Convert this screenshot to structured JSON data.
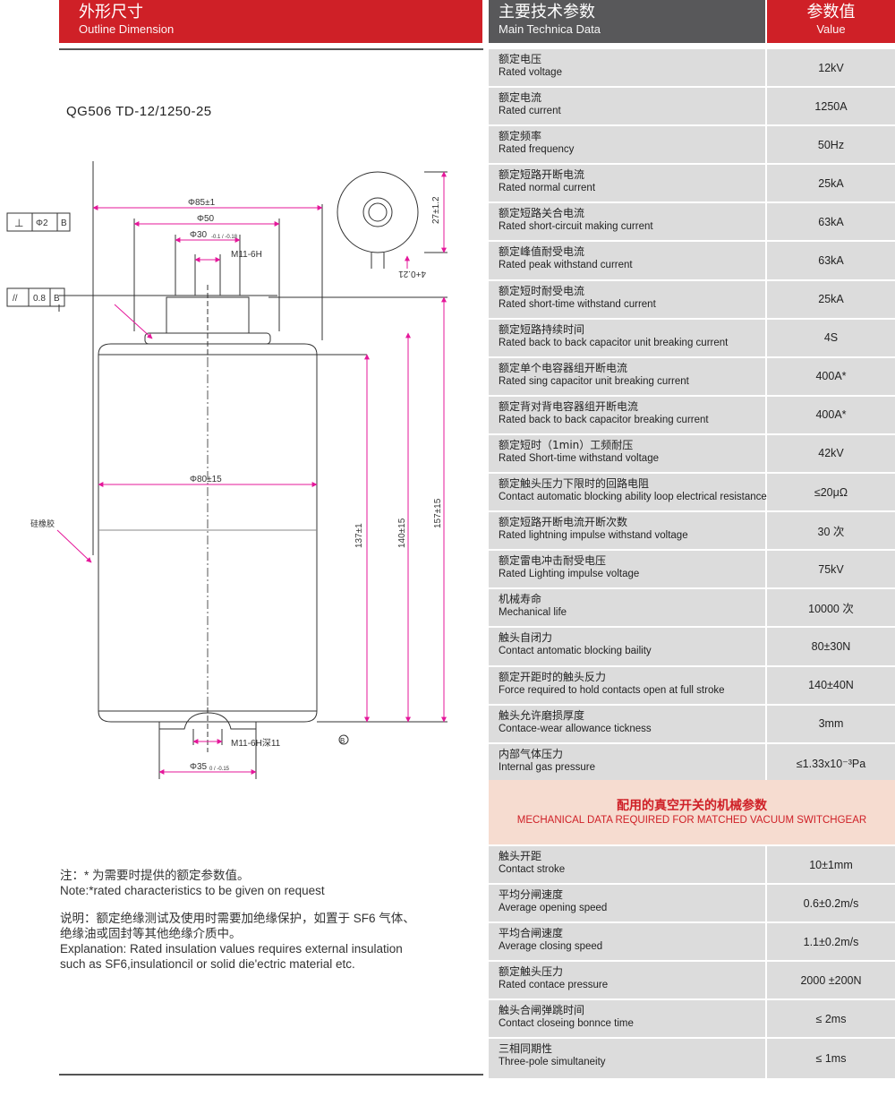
{
  "left_header": {
    "title_cn": "外形尺寸",
    "title_en": "Outline Dimension"
  },
  "mid_header": {
    "title_cn": "主要技术参数",
    "title_en": "Main Technica Data"
  },
  "right_header": {
    "title_cn": "参数值",
    "title_en": "Value"
  },
  "model": "QG506 TD-12/1250-25",
  "drawing_labels": {
    "d85": "Φ85±1",
    "d50": "Φ50",
    "d30": "Φ30",
    "d30_tol": "-0.1 / -0.18",
    "m11_top": "M11-6H",
    "d80": "Φ80±15",
    "h137": "137±1",
    "h140": "140±15",
    "h157": "157±15",
    "m11_bottom": "M11-6H深11",
    "d35": "Φ35",
    "d35_tol": "0 / -0.15",
    "h27": "27±1.2",
    "w4": "4+0.21",
    "perp_sym": "⊥",
    "perp_tol": "Φ2",
    "perp_ref": "B",
    "par_sym": "//",
    "par_tol": "0.8",
    "par_ref": "B",
    "datum_b": "B",
    "side_label": "硅橡胶"
  },
  "table_main": [
    {
      "cn": "额定电压",
      "en": "Rated voltage",
      "value": "12kV"
    },
    {
      "cn": "额定电流",
      "en": "Rated current",
      "value": "1250A"
    },
    {
      "cn": "额定频率",
      "en": "Rated frequency",
      "value": "50Hz"
    },
    {
      "cn": "额定短路开断电流",
      "en": "Rated normal current",
      "value": "25kA"
    },
    {
      "cn": "额定短路关合电流",
      "en": "Rated short-circuit making current",
      "value": "63kA"
    },
    {
      "cn": "额定峰值耐受电流",
      "en": "Rated peak withstand current",
      "value": "63kA"
    },
    {
      "cn": "额定短时耐受电流",
      "en": "Rated short-time withstand current",
      "value": "25kA"
    },
    {
      "cn": "额定短路持续时间",
      "en": "Rated back to back capacitor unit breaking current",
      "value": "4S"
    },
    {
      "cn": "额定单个电容器组开断电流",
      "en": "Rated sing capacitor unit breaking current",
      "value": "400A*"
    },
    {
      "cn": "额定背对背电容器组开断电流",
      "en": "Rated back to back capacitor breaking current",
      "value": "400A*"
    },
    {
      "cn": "额定短时（1min）工频耐压",
      "en": "Rated Short-time withstand voltage",
      "value": "42kV"
    },
    {
      "cn": "额定触头压力下限时的回路电阻",
      "en": "Contact automatic blocking ability loop electrical resistance",
      "value": "≤20μΩ"
    },
    {
      "cn": "额定短路开断电流开断次数",
      "en": "Rated lightning impulse withstand voltage",
      "value": "30 次"
    },
    {
      "cn": "额定雷电冲击耐受电压",
      "en": "Rated Lighting impulse  voltage",
      "value": "75kV"
    },
    {
      "cn": "机械寿命",
      "en": "Mechanical life",
      "value": "10000 次"
    },
    {
      "cn": "触头自闭力",
      "en": "Contact antomatic blocking baility",
      "value": "80±30N"
    },
    {
      "cn": "额定开距时的触头反力",
      "en": "Force required to hold contacts open at full stroke",
      "value": "140±40N"
    },
    {
      "cn": "触头允许磨损厚度",
      "en": "Contace-wear allowance tickness",
      "value": "3mm"
    },
    {
      "cn": "内部气体压力",
      "en": "Internal gas pressure",
      "value": "≤1.33x10⁻³Pa"
    }
  ],
  "subheader": {
    "cn": "配用的真空开关的机械参数",
    "en": "MECHANICAL DATA REQUIRED FOR MATCHED VACUUM SWITCHGEAR"
  },
  "table_mech": [
    {
      "cn": "触头开距",
      "en": "Contact stroke",
      "value": "10±1mm"
    },
    {
      "cn": "平均分闸速度",
      "en": "Average opening speed",
      "value": "0.6±0.2m/s"
    },
    {
      "cn": "平均合闸速度",
      "en": "Average closing speed",
      "value": "1.1±0.2m/s"
    },
    {
      "cn": "额定触头压力",
      "en": "Rated contace pressure",
      "value": "2000 ±200N"
    },
    {
      "cn": "触头合闸弹跳时间",
      "en": "Contact closeing bonnce time",
      "value": "≤ 2ms"
    },
    {
      "cn": "三相同期性",
      "en": "Three-pole simultaneity",
      "value": "≤ 1ms"
    }
  ],
  "notes": {
    "note_cn": "注：* 为需要时提供的额定参数值。",
    "note_en": "Note:*rated characteristics to be given on request",
    "expl_cn_1": "说明：额定绝缘测试及使用时需要加绝缘保护，如置于 SF6 气体、",
    "expl_cn_2": "绝缘油或固封等其他绝缘介质中。",
    "expl_en_1": "Explanation: Rated insulation values requires external insulation",
    "expl_en_2": "such as SF6,insulationcil or solid die'ectric material etc."
  },
  "colors": {
    "brand_red": "#cf2027",
    "header_gray": "#58585a",
    "cell_gray": "#dcdcdc",
    "subheader_pink": "#f6dcd0",
    "dim_magenta": "#e5179a"
  }
}
